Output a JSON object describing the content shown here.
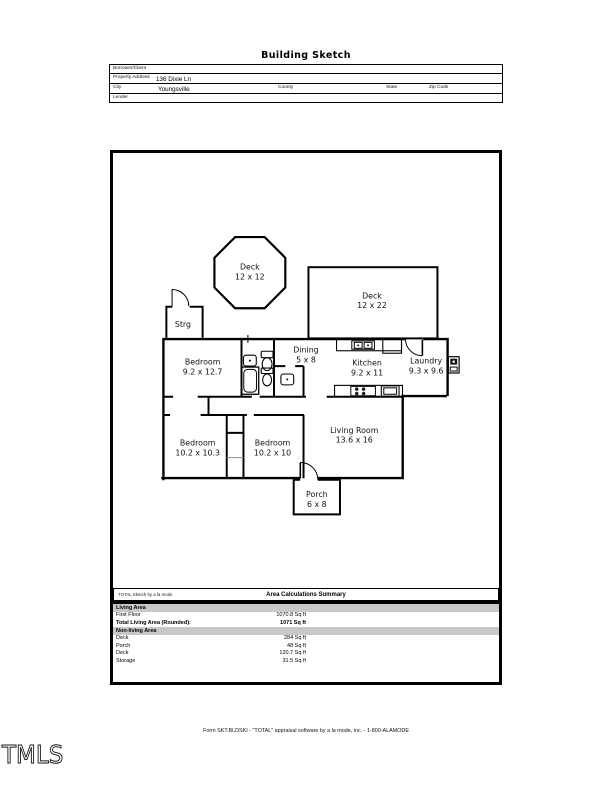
{
  "page": {
    "title": "Building Sketch",
    "footer": "Form SKT.BLDSKI - \"TOTAL\" appraisal software by a la mode, inc. - 1-800-ALAMODE",
    "watermark": "TMLS"
  },
  "header_form": {
    "borrower_label": "Borrower/Client",
    "borrower_value": "",
    "property_address_label": "Property Address",
    "property_address_value": "136 Dixie Ln",
    "city_label": "City",
    "city_value": "Youngsville",
    "county_label": "County",
    "county_value": "",
    "state_label": "State",
    "state_value": "",
    "zip_label": "Zip Code",
    "zip_value": "",
    "lender_label": "Lender",
    "lender_value": ""
  },
  "sketch": {
    "rooms": [
      {
        "name": "Deck",
        "dims": "12 x 12"
      },
      {
        "name": "Deck",
        "dims": "12 x 22"
      },
      {
        "name": "Strg",
        "dims": ""
      },
      {
        "name": "Bedroom",
        "dims": "9.2 x 12.7"
      },
      {
        "name": "Dining",
        "dims": "5 x 8"
      },
      {
        "name": "Kitchen",
        "dims": "9.2 x 11"
      },
      {
        "name": "Laundry",
        "dims": "9.3 x 9.6"
      },
      {
        "name": "Bedroom",
        "dims": "10.2 x 10.3"
      },
      {
        "name": "Bedroom",
        "dims": "10.2 x 10"
      },
      {
        "name": "Living Room",
        "dims": "13.6 x 16"
      },
      {
        "name": "Porch",
        "dims": "6 x 8"
      }
    ]
  },
  "summary": {
    "note": "TOTAL Sketch by a la mode",
    "title": "Area Calculations Summary",
    "living_header": "Living Area",
    "nonliving_header": "Non-living Area",
    "rows": [
      {
        "label": "First Floor",
        "value": "1070.8 Sq ft"
      },
      {
        "label": "Total Living Area (Rounded):",
        "value": "1071 Sq ft"
      },
      {
        "label": "Deck",
        "value": "284 Sq ft"
      },
      {
        "label": "Porch",
        "value": "48 Sq ft"
      },
      {
        "label": "Deck",
        "value": "120.7 Sq ft"
      },
      {
        "label": "Storage",
        "value": "31.5 Sq ft"
      }
    ]
  }
}
